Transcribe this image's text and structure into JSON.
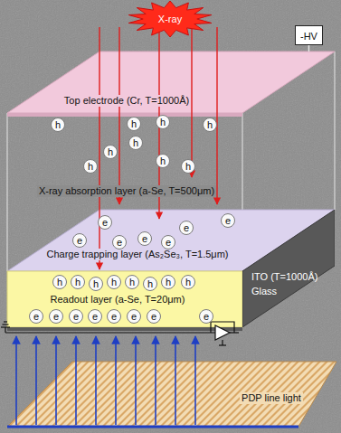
{
  "diagram": {
    "nodes": [
      {
        "text": [
          "X-ray"
        ]
      },
      {
        "text": [
          "-HV"
        ]
      },
      {
        "text": [
          "Top electrode (Cr, T=1000Å)"
        ]
      },
      {
        "text": [
          "X-ray absorption layer (a-Se, T=500μm)"
        ]
      },
      {
        "text": [
          "Charge trapping layer (As₂Se₃, T=1.5μm)"
        ]
      },
      {
        "text": [
          "Readout layer (a-Se, T=20μm)"
        ]
      },
      {
        "text": [
          "ITO (T=1000Å)",
          "Glass"
        ]
      },
      {
        "text": [
          "PDP line light"
        ]
      },
      {
        "text": [
          "h"
        ],
        "in": 3
      },
      {
        "text": [
          "h"
        ],
        "in": 3
      },
      {
        "text": [
          "h"
        ],
        "in": 3
      },
      {
        "text": [
          "h"
        ],
        "in": 3
      },
      {
        "text": [
          "h"
        ],
        "in": 3
      },
      {
        "text": [
          "h"
        ],
        "in": 3
      },
      {
        "text": [
          "h"
        ],
        "in": 3
      },
      {
        "text": [
          "h"
        ],
        "in": 3
      },
      {
        "text": [
          "h"
        ],
        "in": 3
      },
      {
        "text": [
          "e"
        ],
        "in": 4
      },
      {
        "text": [
          "e"
        ],
        "in": 4
      },
      {
        "text": [
          "e"
        ],
        "in": 4
      },
      {
        "text": [
          "e"
        ],
        "in": 4
      },
      {
        "text": [
          "e"
        ],
        "in": 4
      },
      {
        "text": [
          "e"
        ],
        "in": 4
      },
      {
        "text": [
          "e"
        ],
        "in": 4
      },
      {
        "text": [
          "h"
        ],
        "in": 5
      },
      {
        "text": [
          "h"
        ],
        "in": 5
      },
      {
        "text": [
          "h"
        ],
        "in": 5
      },
      {
        "text": [
          "h"
        ],
        "in": 5
      },
      {
        "text": [
          "h"
        ],
        "in": 5
      },
      {
        "text": [
          "h"
        ],
        "in": 5
      },
      {
        "text": [
          "h"
        ],
        "in": 5
      },
      {
        "text": [
          "h"
        ],
        "in": 5
      },
      {
        "text": [
          "e"
        ],
        "in": 5
      },
      {
        "text": [
          "e"
        ],
        "in": 5
      },
      {
        "text": [
          "e"
        ],
        "in": 5
      },
      {
        "text": [
          "e"
        ],
        "in": 5
      },
      {
        "text": [
          "e"
        ],
        "in": 5
      },
      {
        "text": [
          "e"
        ],
        "in": 5
      },
      {
        "text": [
          "e"
        ],
        "in": 5
      },
      {
        "text": [
          "e"
        ],
        "in": 5
      }
    ],
    "edges": [
      {
        "from": 1,
        "to": 2,
        "arrow": "none"
      }
    ]
  }
}
